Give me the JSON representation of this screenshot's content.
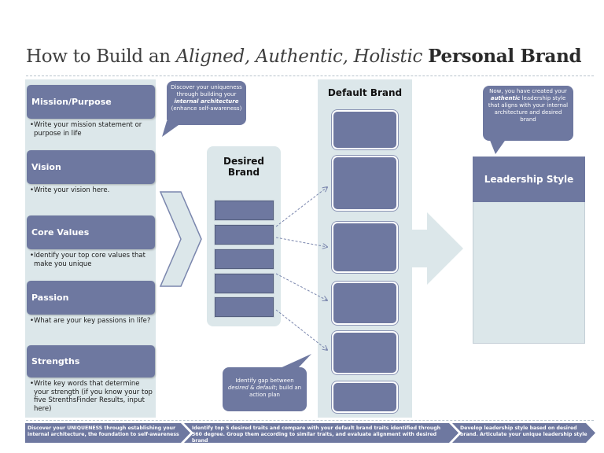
{
  "title": {
    "part1": "How to Build an ",
    "part2": "Aligned, Authentic, Holistic",
    "part3": "Personal Brand"
  },
  "left": {
    "sections": [
      {
        "header": "Mission/Purpose",
        "bullets": [
          "Write your mission statement or purpose in life"
        ]
      },
      {
        "header": "Vision",
        "bullets": [
          "Write your vision here."
        ]
      },
      {
        "header": "Core Values",
        "bullets": [
          "Identify your top core values that make you unique"
        ]
      },
      {
        "header": "Passion",
        "bullets": [
          "What are your key passions in life?"
        ]
      },
      {
        "header": "Strengths",
        "bullets": [
          "Write key words that determine your strength (if you know your top five StrenthsFinder Results, input here)"
        ]
      }
    ]
  },
  "callouts": {
    "top_left": {
      "line1": "Discover your uniqueness through building your ",
      "em": "internal architecture",
      "line2": " (enhance self-awareness)"
    },
    "top_right": {
      "line1": "Now, you have created your ",
      "em": "authentic",
      "line2": " leadership style that aligns with your internal architecture and desired brand"
    },
    "bottom": {
      "line1": "Identify gap between ",
      "em": "desired & default",
      "line2": "; build an action plan"
    }
  },
  "desired": {
    "title": "Desired Brand"
  },
  "default": {
    "title": "Default Brand"
  },
  "leadership": {
    "title": "Leadership Style"
  },
  "footer": {
    "steps": [
      "Discover your UNIQUENESS through establishing your internal architecture, the foundation to self-awareness",
      "Identify top 5 desired traits and compare with your default brand traits identified through 360 degree. Group them according to similar traits, and evaluate alignment with desired brand",
      "Develop leadership style based on desired brand. Articulate your unique leadership style"
    ]
  },
  "colors": {
    "box": "#6e78a0",
    "panel": "#dce7ea",
    "arrow": "#7a86ad"
  }
}
